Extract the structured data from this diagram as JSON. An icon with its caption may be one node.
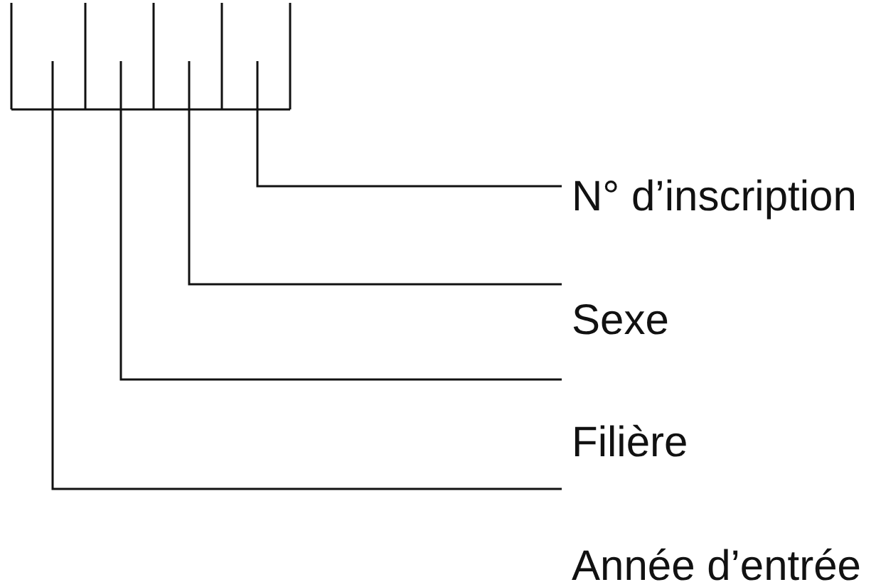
{
  "diagram": {
    "nodes": [
      {
        "text": [
          "N° d’inscription"
        ]
      },
      {
        "text": [
          "Sexe"
        ]
      },
      {
        "text": [
          "Filière"
        ]
      },
      {
        "text": [
          "Année d’entrée"
        ]
      }
    ],
    "edges": [
      {
        "from": 0,
        "to": null,
        "arrow": "none"
      },
      {
        "from": 1,
        "to": null,
        "arrow": "none"
      },
      {
        "from": 2,
        "to": null,
        "arrow": "none"
      },
      {
        "from": 3,
        "to": null,
        "arrow": "none"
      }
    ]
  }
}
